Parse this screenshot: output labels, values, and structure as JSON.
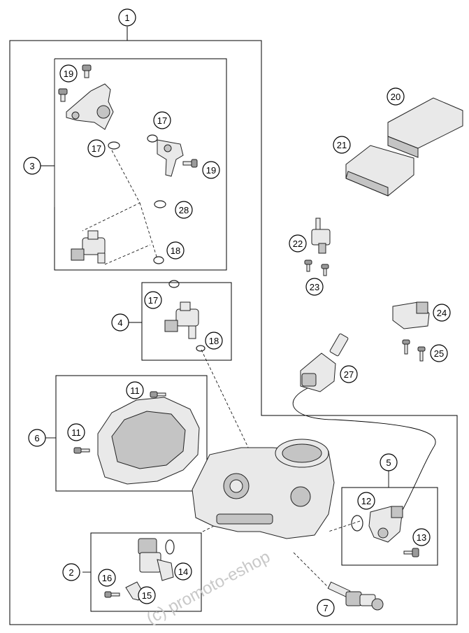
{
  "callouts": [
    "1",
    "2",
    "3",
    "4",
    "5",
    "6",
    "7",
    "11",
    "12",
    "13",
    "14",
    "15",
    "16",
    "17",
    "18",
    "19",
    "20",
    "21",
    "22",
    "23",
    "24",
    "25",
    "27",
    "28"
  ],
  "watermark": "(c) promoto-eshop"
}
